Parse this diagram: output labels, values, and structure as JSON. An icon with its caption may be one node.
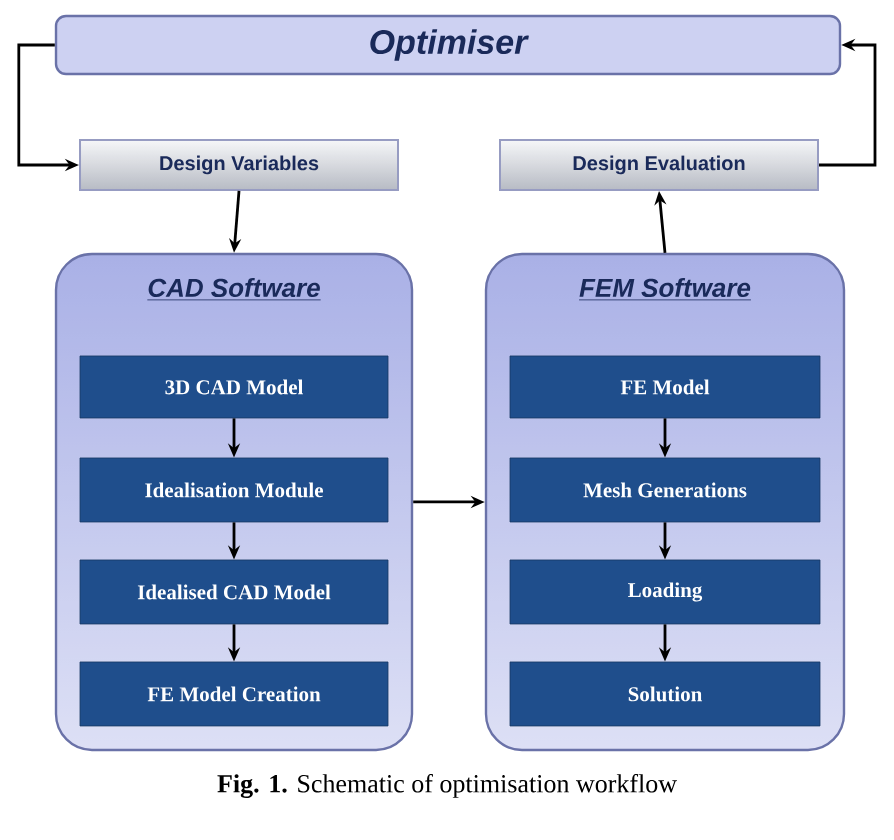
{
  "diagram": {
    "caption": "**Fig. 1.** Schematic of optimisation workflow",
    "nodes": [
      {
        "text": [
          "Optimiser"
        ]
      },
      {
        "text": [
          "Design Variables"
        ]
      },
      {
        "text": [
          "Design Evaluation"
        ]
      },
      {
        "text": [
          "CAD Software"
        ]
      },
      {
        "text": [
          "3D CAD Model"
        ],
        "in": 3
      },
      {
        "text": [
          "Idealisation Module"
        ],
        "in": 3
      },
      {
        "text": [
          "Idealised CAD Model"
        ],
        "in": 3
      },
      {
        "text": [
          "FE Model Creation"
        ],
        "in": 3
      },
      {
        "text": [
          "FEM Software"
        ]
      },
      {
        "text": [
          "FE Model"
        ],
        "in": 8
      },
      {
        "text": [
          "Mesh Generations"
        ],
        "in": 8
      },
      {
        "text": [
          "Loading"
        ],
        "in": 8
      },
      {
        "text": [
          "Solution"
        ],
        "in": 8
      }
    ],
    "edges": [
      {
        "from": 0,
        "to": 1,
        "arrow": "to"
      },
      {
        "from": 1,
        "to": 3,
        "arrow": "to"
      },
      {
        "from": 4,
        "to": 5,
        "arrow": "to"
      },
      {
        "from": 5,
        "to": 6,
        "arrow": "to"
      },
      {
        "from": 6,
        "to": 7,
        "arrow": "to"
      },
      {
        "from": 3,
        "to": 8,
        "arrow": "to"
      },
      {
        "from": 9,
        "to": 10,
        "arrow": "to"
      },
      {
        "from": 10,
        "to": 11,
        "arrow": "to"
      },
      {
        "from": 11,
        "to": 12,
        "arrow": "to"
      },
      {
        "from": 8,
        "to": 2,
        "arrow": "to"
      },
      {
        "from": 2,
        "to": 0,
        "arrow": "to"
      }
    ]
  }
}
